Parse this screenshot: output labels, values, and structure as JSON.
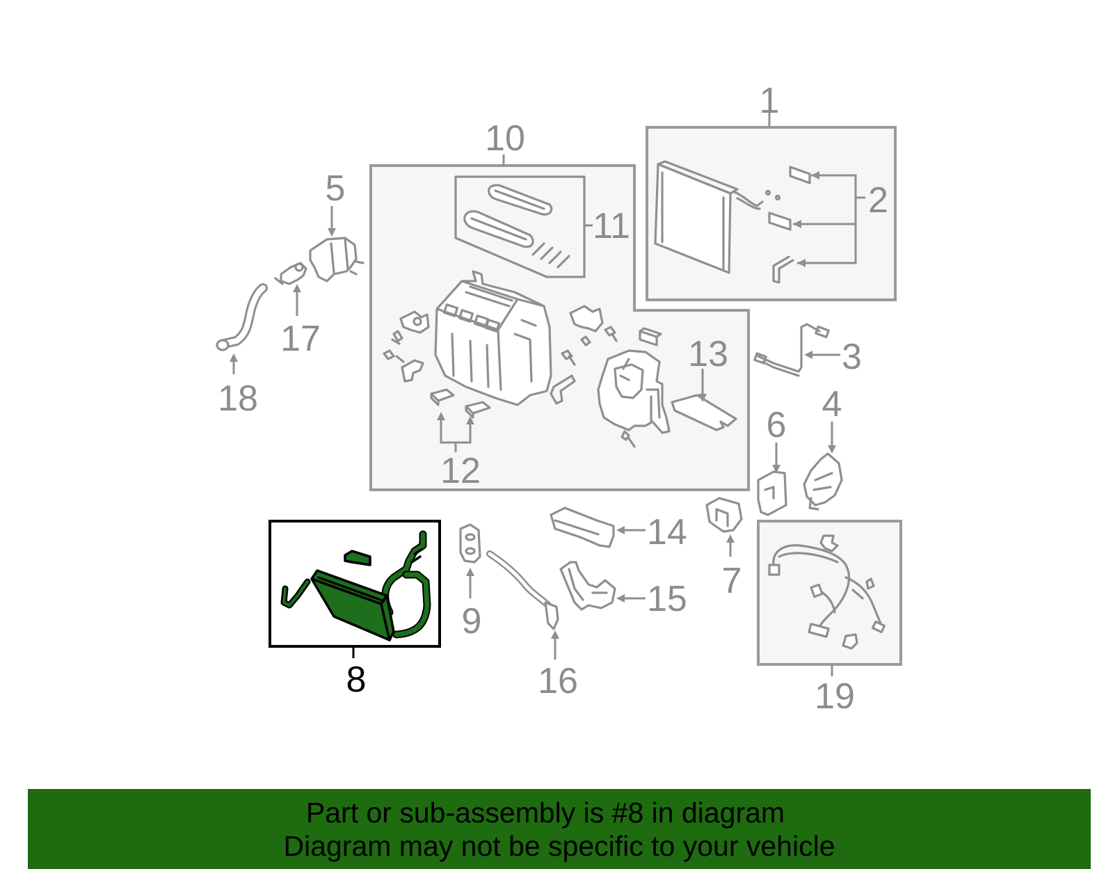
{
  "callouts": {
    "c1": "1",
    "c2": "2",
    "c3": "3",
    "c4": "4",
    "c5": "5",
    "c6": "6",
    "c7": "7",
    "c8": "8",
    "c9": "9",
    "c10": "10",
    "c11": "11",
    "c12": "12",
    "c13": "13",
    "c14": "14",
    "c15": "15",
    "c16": "16",
    "c17": "17",
    "c18": "18",
    "c19": "19"
  },
  "highlighted_part": "8",
  "colors": {
    "highlight": "#1d6e1d",
    "banner": "#1e6b10",
    "callout": "#8c8c8c"
  },
  "banner": {
    "line1": "Part or sub-assembly is #8 in diagram",
    "line2": "Diagram may not be specific to your vehicle"
  }
}
